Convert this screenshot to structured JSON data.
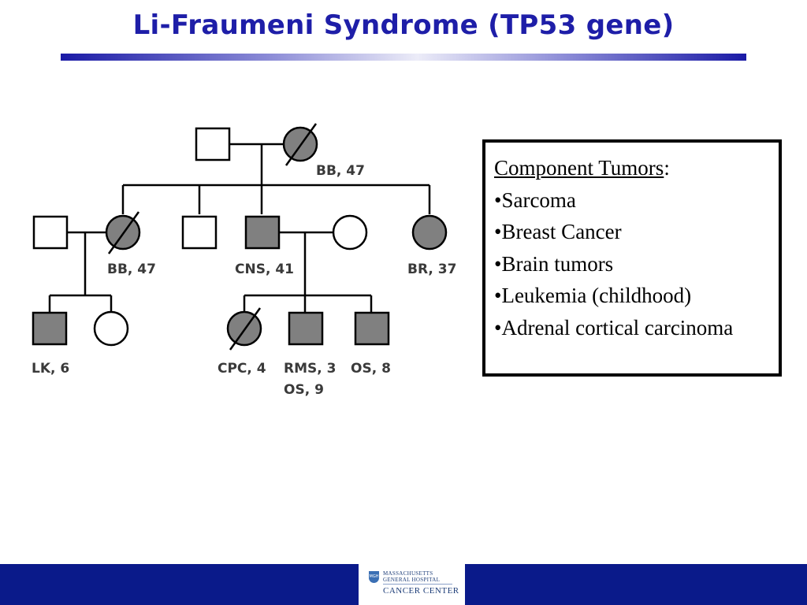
{
  "title": "Li-Fraumeni Syndrome (TP53 gene)",
  "pedigree": {
    "gen1": {
      "mother_label": "BB, 47"
    },
    "gen2": {
      "sister_label": "BB, 47",
      "brother_label": "CNS, 41",
      "youngest_sister_label": "BR, 37"
    },
    "gen3": {
      "lk_label": "LK, 6",
      "cpc_label": "CPC, 4",
      "rms_label": "RMS, 3",
      "rms_label2": "OS, 9",
      "os_label": "OS, 8"
    }
  },
  "tumors": {
    "heading": "Component Tumors",
    "heading_suffix": ":",
    "items": [
      "•Sarcoma",
      "•Breast Cancer",
      "•Brain tumors",
      "•Leukemia (childhood)",
      "•Adrenal cortical carcinoma"
    ]
  },
  "footer": {
    "org_line1": "MASSACHUSETTS",
    "org_line2": "GENERAL HOSPITAL",
    "dept": "CANCER CENTER",
    "shield_text": "MGH"
  }
}
